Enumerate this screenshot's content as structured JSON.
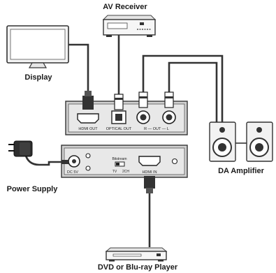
{
  "devices": {
    "av_receiver": "AV Receiver",
    "display": "Display",
    "da_amplifier": "DA Amplifier",
    "power_supply": "Power Supply",
    "player": "DVD or Blu-ray Player"
  },
  "ports": {
    "hdmi_out": "HDMI OUT",
    "optical_out": "OPTICAL OUT",
    "audio_out": "R — OUT — L",
    "dc_5v": "DC 5V",
    "bitstream": "Bitstream",
    "tv": "TV",
    "two_ch": "2CH",
    "hdmi_in": "HDMI IN"
  }
}
